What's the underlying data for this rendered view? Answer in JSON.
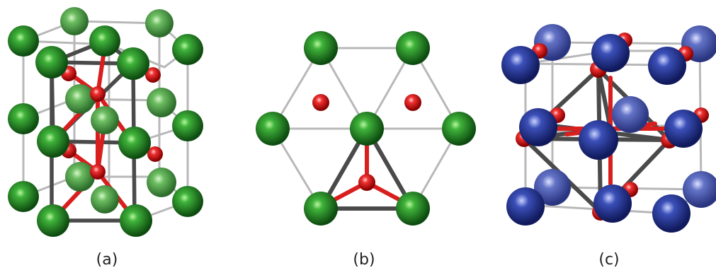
{
  "captions": {
    "a": "(a)",
    "b": "(b)",
    "c": "(c)"
  },
  "colors": {
    "green_atom": "#1f7a22",
    "red_atom": "#e01b1b",
    "blue_atom": "#2b3d9a",
    "dark_bond": "#4a4a4a",
    "light_bond": "#b8b8b8",
    "red_bond": "#d91e1e",
    "background": "#ffffff"
  },
  "panels": [
    {
      "id": "a",
      "description_icon": "hexagonal-crystal-structure-icon"
    },
    {
      "id": "b",
      "description_icon": "triangular-lattice-projection-icon"
    },
    {
      "id": "c",
      "description_icon": "cubic-crystal-structure-icon"
    }
  ]
}
